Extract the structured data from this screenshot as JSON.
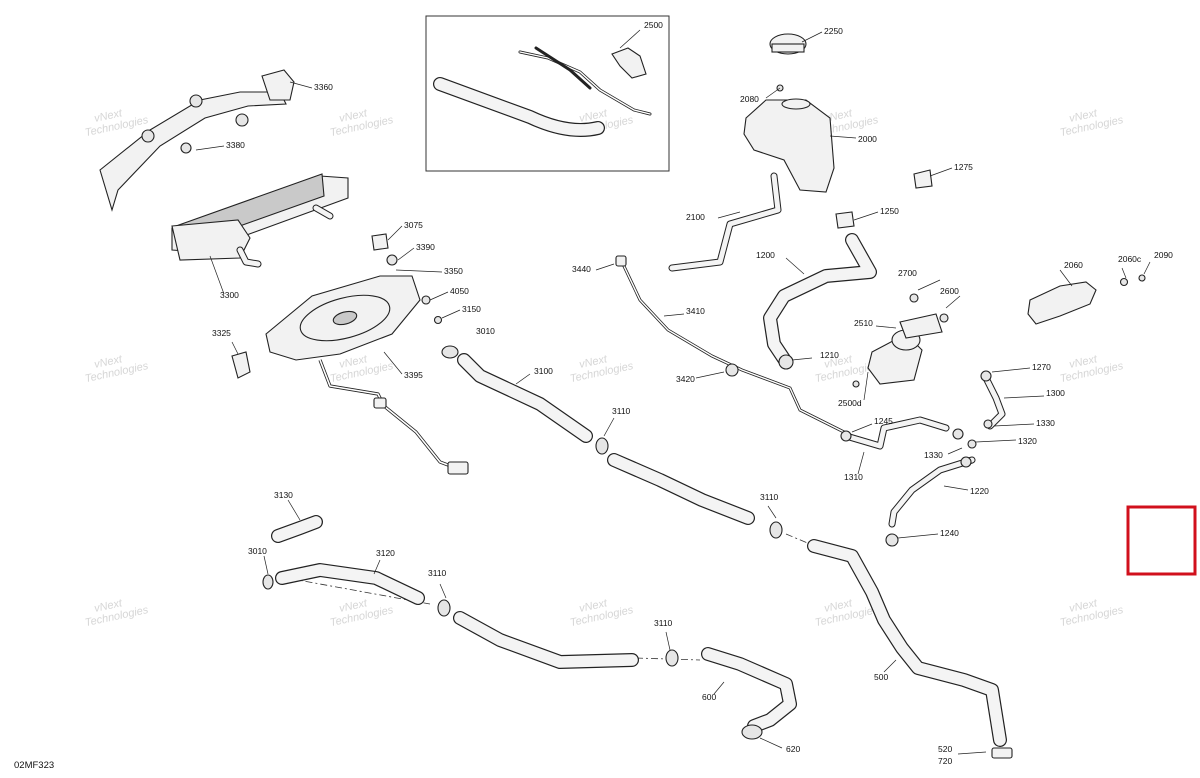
{
  "diagram": {
    "figure_code": "02MF323",
    "watermark_line1": "vNext",
    "watermark_line2": "Technologies",
    "inset_callout": "2500",
    "callouts": [
      {
        "id": "c2250",
        "text": "2250"
      },
      {
        "id": "c2080",
        "text": "2080"
      },
      {
        "id": "c2000",
        "text": "2000"
      },
      {
        "id": "c1275",
        "text": "1275"
      },
      {
        "id": "c1250",
        "text": "1250"
      },
      {
        "id": "c2100",
        "text": "2100"
      },
      {
        "id": "c1200",
        "text": "1200"
      },
      {
        "id": "c3360",
        "text": "3360"
      },
      {
        "id": "c3380",
        "text": "3380"
      },
      {
        "id": "c3300",
        "text": "3300"
      },
      {
        "id": "c3075",
        "text": "3075"
      },
      {
        "id": "c3390",
        "text": "3390"
      },
      {
        "id": "c3350",
        "text": "3350"
      },
      {
        "id": "c4050",
        "text": "4050"
      },
      {
        "id": "c3150",
        "text": "3150"
      },
      {
        "id": "c3010a",
        "text": "3010"
      },
      {
        "id": "c3325",
        "text": "3325"
      },
      {
        "id": "c3395",
        "text": "3395"
      },
      {
        "id": "c3440",
        "text": "3440"
      },
      {
        "id": "c3410",
        "text": "3410"
      },
      {
        "id": "c3420",
        "text": "3420"
      },
      {
        "id": "c3100",
        "text": "3100"
      },
      {
        "id": "c3110a",
        "text": "3110"
      },
      {
        "id": "c2700",
        "text": "2700"
      },
      {
        "id": "c2600",
        "text": "2600"
      },
      {
        "id": "c2510",
        "text": "2510"
      },
      {
        "id": "c1210",
        "text": "1210"
      },
      {
        "id": "c2500d",
        "text": "2500d"
      },
      {
        "id": "c2060",
        "text": "2060"
      },
      {
        "id": "c2060c",
        "text": "2060c"
      },
      {
        "id": "c2090",
        "text": "2090"
      },
      {
        "id": "c1270",
        "text": "1270"
      },
      {
        "id": "c1300",
        "text": "1300"
      },
      {
        "id": "c1245",
        "text": "1245"
      },
      {
        "id": "c1330a",
        "text": "1330"
      },
      {
        "id": "c1320",
        "text": "1320"
      },
      {
        "id": "c1330b",
        "text": "1330"
      },
      {
        "id": "c1310",
        "text": "1310"
      },
      {
        "id": "c1220",
        "text": "1220"
      },
      {
        "id": "c1240",
        "text": "1240"
      },
      {
        "id": "c3110b",
        "text": "3110"
      },
      {
        "id": "c3130",
        "text": "3130"
      },
      {
        "id": "c3010b",
        "text": "3010"
      },
      {
        "id": "c3120",
        "text": "3120"
      },
      {
        "id": "c3110c",
        "text": "3110"
      },
      {
        "id": "c3110d",
        "text": "3110"
      },
      {
        "id": "c600",
        "text": "600"
      },
      {
        "id": "c620",
        "text": "620"
      },
      {
        "id": "c500",
        "text": "500"
      },
      {
        "id": "c520",
        "text": "520"
      },
      {
        "id": "c720",
        "text": "720"
      }
    ]
  }
}
